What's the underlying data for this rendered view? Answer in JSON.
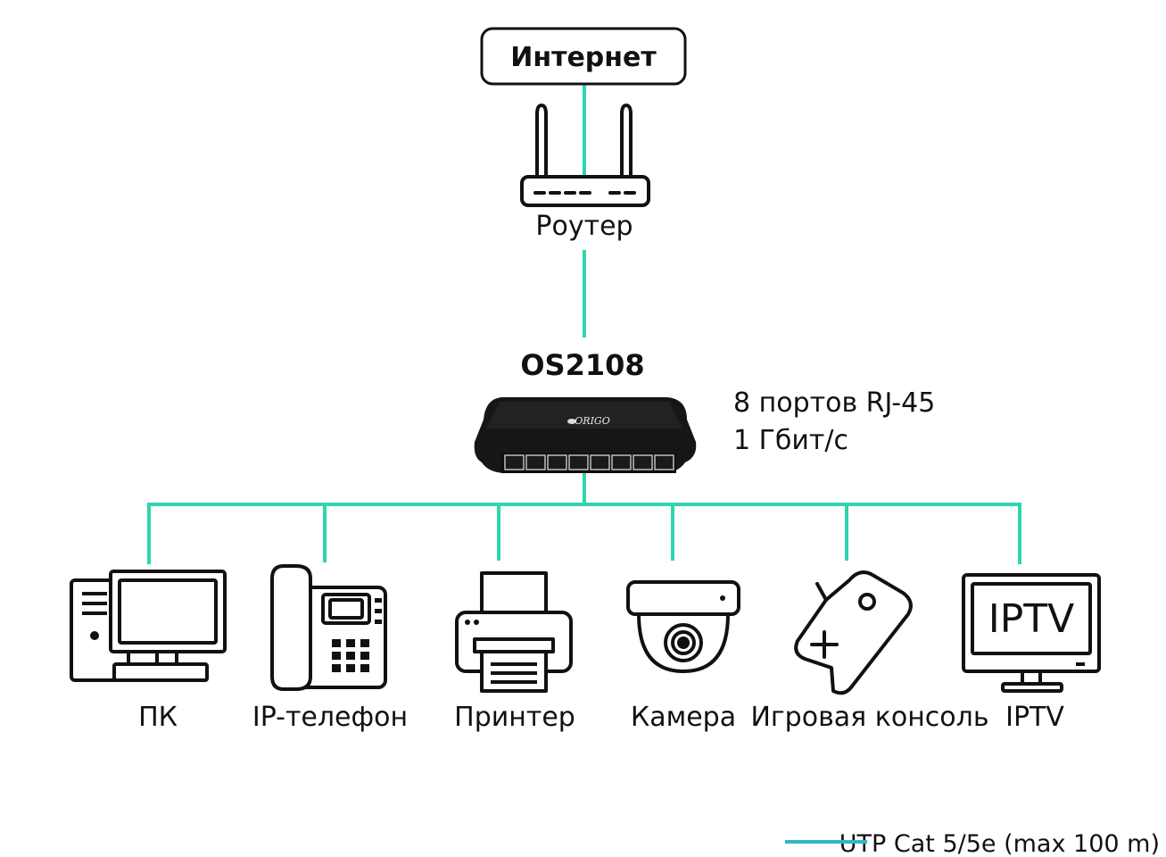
{
  "colors": {
    "link": "#2fd4b0",
    "ink": "#111111",
    "switch_body": "#161616"
  },
  "internet": {
    "label": "Интернет"
  },
  "router": {
    "label": "Роутер",
    "icon": "router-icon"
  },
  "switch": {
    "model": "OS2108",
    "brand": "ORIGO",
    "spec_ports": "8 портов RJ-45",
    "spec_speed": "1 Гбит/с",
    "icon": "network-switch-icon"
  },
  "devices": [
    {
      "label": "ПК",
      "icon": "pc-icon"
    },
    {
      "label": "IP-телефон",
      "icon": "ip-phone-icon"
    },
    {
      "label": "Принтер",
      "icon": "printer-icon"
    },
    {
      "label": "Камера",
      "icon": "camera-icon"
    },
    {
      "label": "Игровая консоль",
      "icon": "gamepad-icon"
    },
    {
      "label": "IPTV",
      "icon": "tv-icon",
      "screen_text": "IPTV"
    }
  ],
  "legend": {
    "label": "UTP Cat 5/5e (max 100 m)"
  }
}
